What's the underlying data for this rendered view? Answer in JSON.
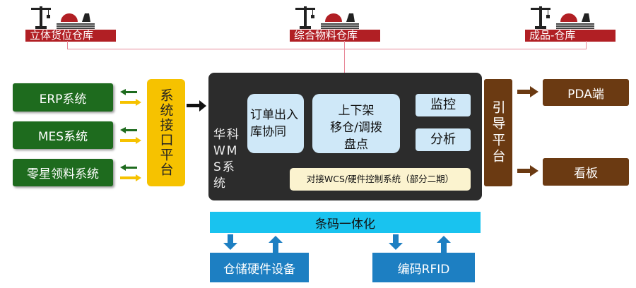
{
  "warehouses": [
    {
      "label": "立体货位仓库"
    },
    {
      "label": "综合物料仓库"
    },
    {
      "label": "成品-仓库"
    }
  ],
  "left_systems": [
    {
      "label": "ERP系统"
    },
    {
      "label": "MES系统"
    },
    {
      "label": "零星领料系统"
    }
  ],
  "interface_platform": "系统接口平台",
  "wms": {
    "title": "华科WMS系统",
    "modules": {
      "order": "订单出入库协同",
      "shelf": [
        "上下架",
        "移仓/调拨",
        "盘点"
      ],
      "monitor": "监控",
      "analysis": "分析",
      "wcs": "对接WCS/硬件控制系统（部分二期）"
    }
  },
  "guide_platform": "引导平台",
  "right_outputs": [
    {
      "label": "PDA端"
    },
    {
      "label": "看板"
    }
  ],
  "barcode_bar": "条码一体化",
  "bottom": [
    {
      "label": "仓储硬件设备"
    },
    {
      "label": "编码RFID"
    }
  ],
  "colors": {
    "warehouse": "#b11f24",
    "green": "#1e6b1e",
    "yellow": "#f6c200",
    "dark": "#2c2c2c",
    "brown": "#6b3a12",
    "cyan": "#19c3ef",
    "blue": "#1d7fc2"
  }
}
